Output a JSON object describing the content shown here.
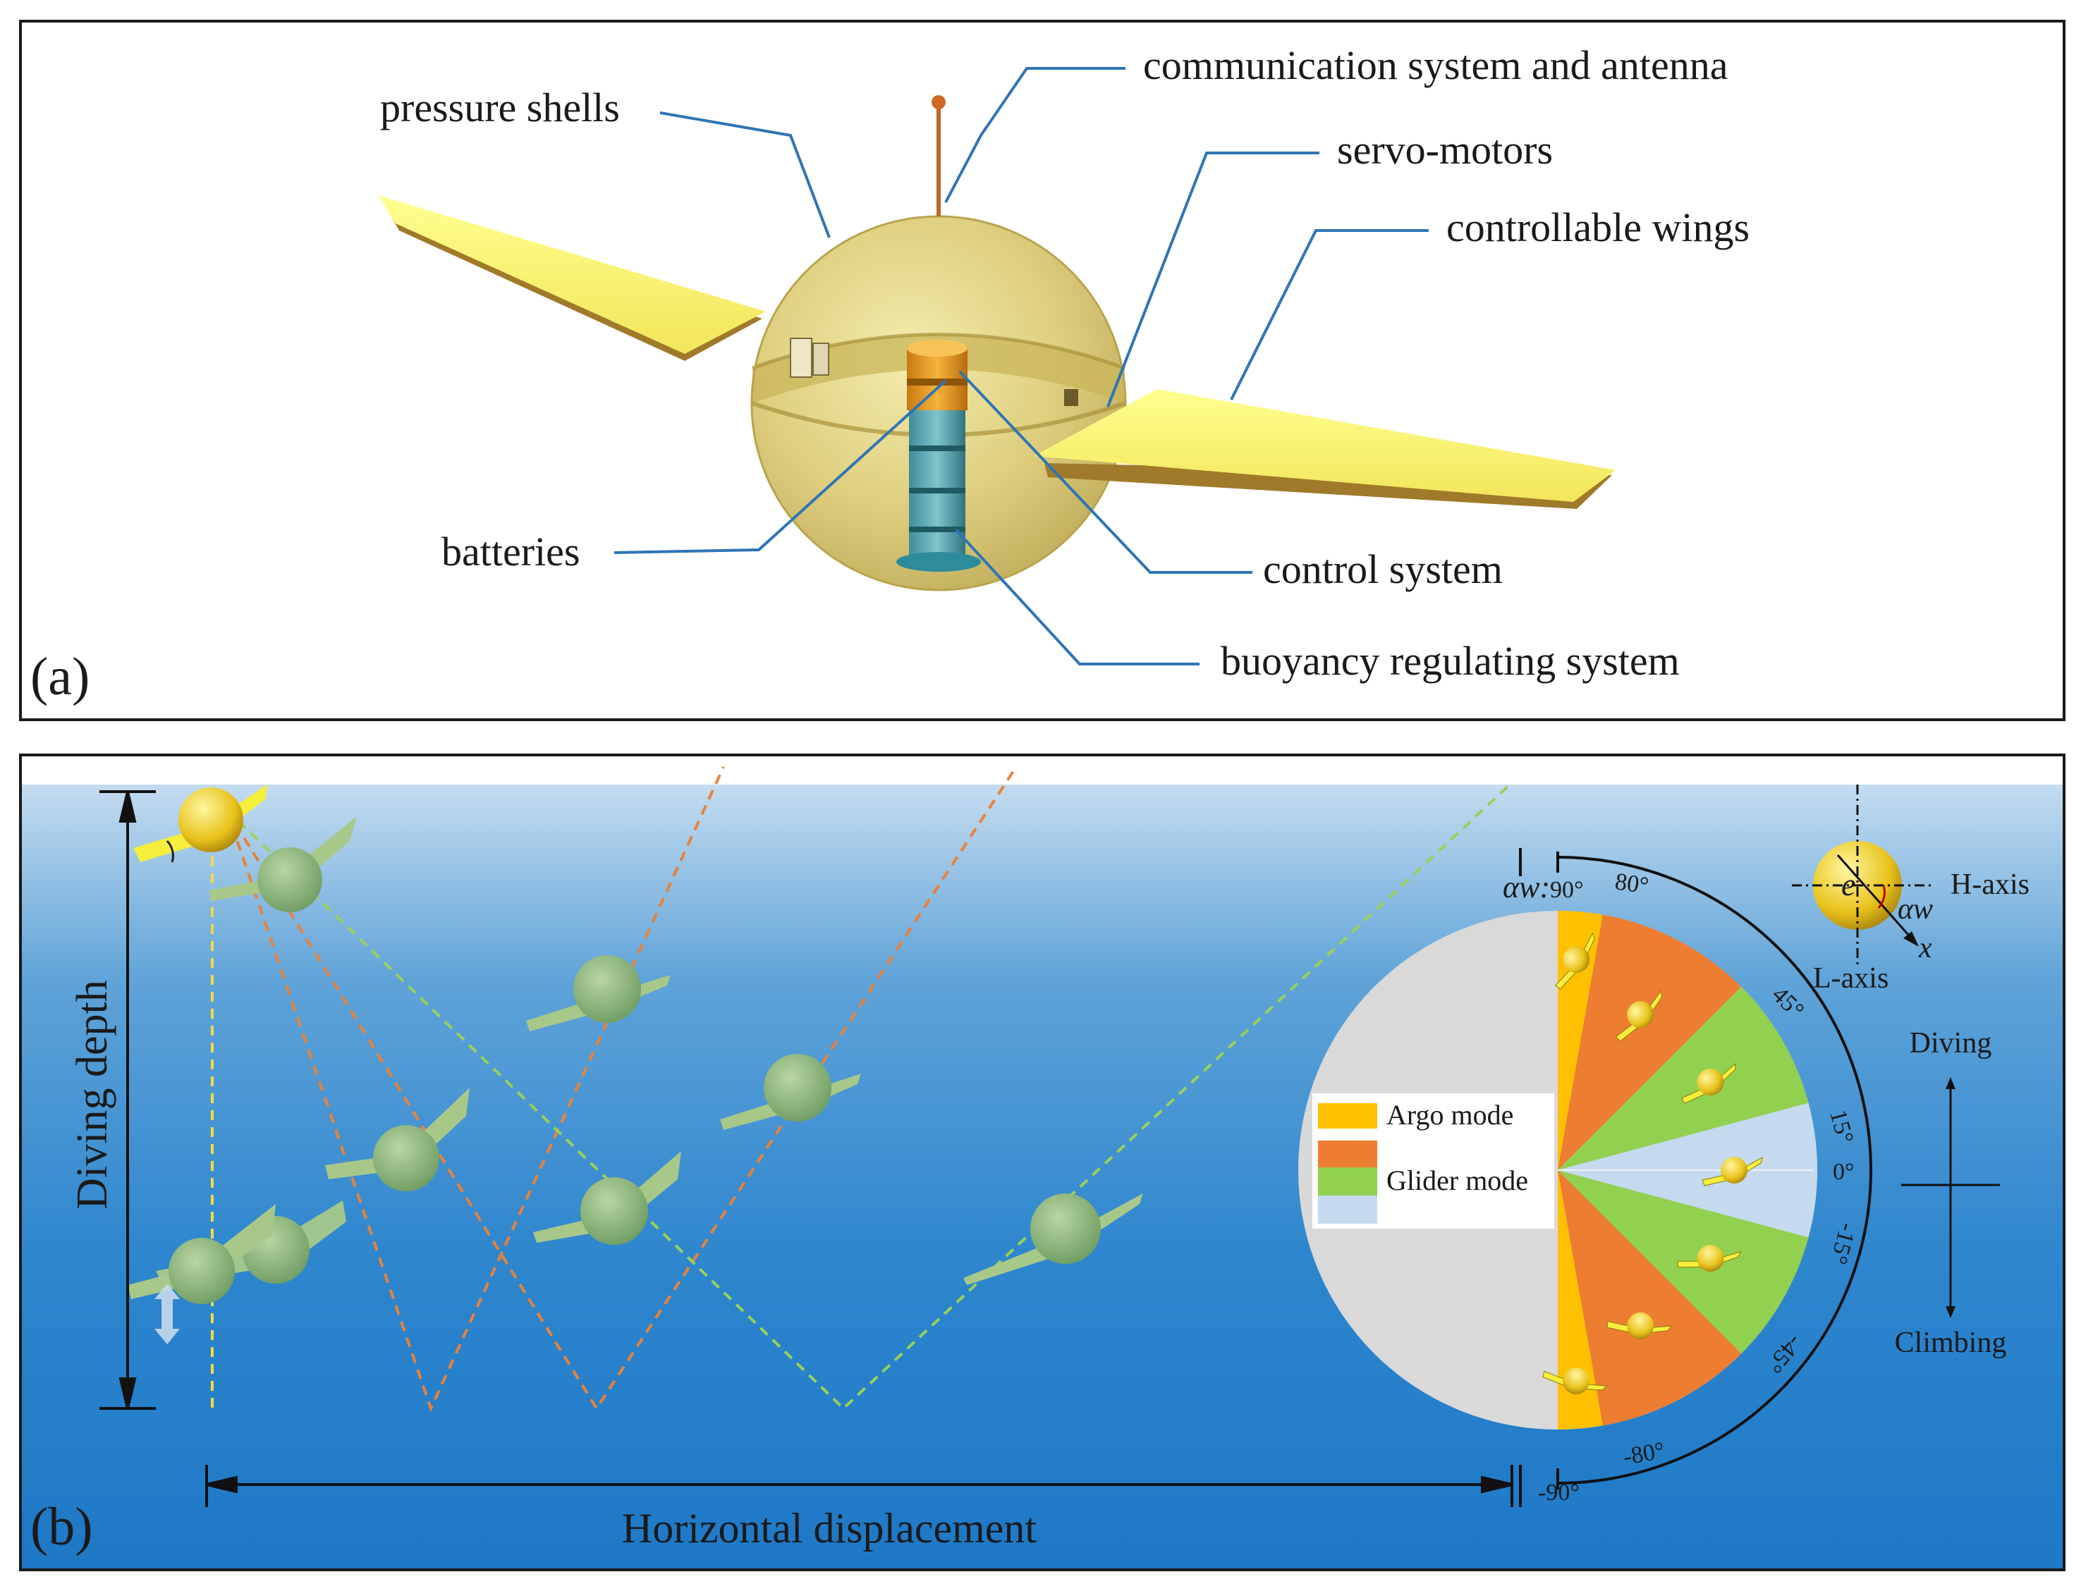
{
  "panel_a": {
    "letter": "(a)",
    "labels": {
      "comm": "communication system and antenna",
      "shells": "pressure shells",
      "servo": "servo-motors",
      "wings": "controllable wings",
      "batteries": "batteries",
      "control": "control system",
      "buoyancy": "buoyancy regulating system"
    }
  },
  "panel_b": {
    "letter": "(b)",
    "diving_depth": "Diving depth",
    "horizontal": "Horizontal  displacement",
    "alpha_w_label": "αw:",
    "angle_ticks": {
      "a90": "90°",
      "a80": "80°",
      "a45": "45°",
      "a15": "15°",
      "a0": "0°",
      "am15": "-15°",
      "am45": "-45°",
      "am80": "-80°",
      "am90": "-90°"
    },
    "legend": {
      "argo": "Argo mode",
      "glider": "Glider mode"
    },
    "inset": {
      "h_axis": "H-axis",
      "l_axis": "L-axis",
      "e": "e",
      "x": "x",
      "alpha": "αw"
    },
    "diving": "Diving",
    "climbing": "Climbing"
  },
  "colors": {
    "argo": "#FFC000",
    "glider_orange": "#ED7D31",
    "glider_green": "#92D050",
    "level_blue": "#C5DAEF",
    "sea_top": "#BDD7EE",
    "sea_bottom": "#1F7BC8",
    "leader": "#2E75B6",
    "wing": "#FFFF80"
  }
}
